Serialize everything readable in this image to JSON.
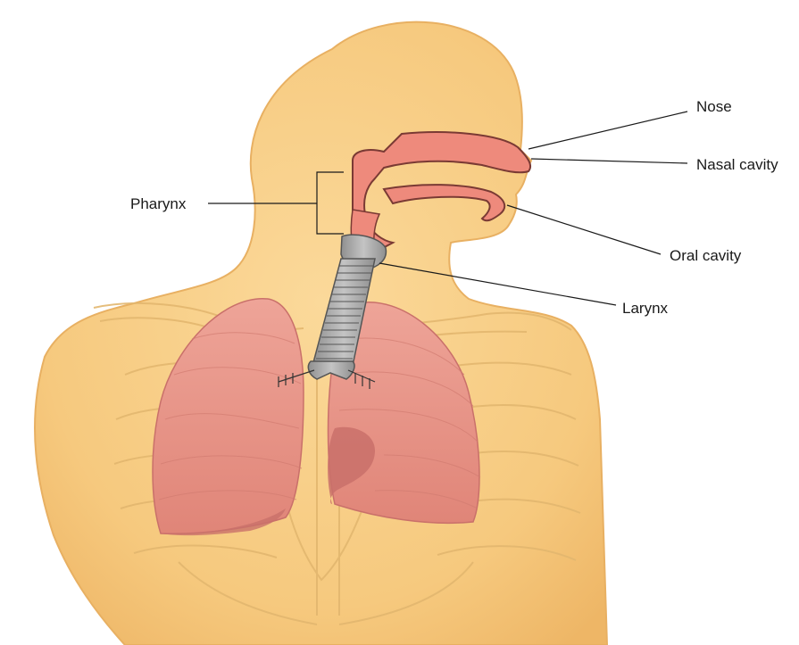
{
  "labels": {
    "nose": "Nose",
    "nasal_cavity": "Nasal cavity",
    "oral_cavity": "Oral cavity",
    "larynx": "Larynx",
    "pharynx": "Pharynx"
  },
  "colors": {
    "skin": "#f6c97e",
    "skin_outline": "#e8b062",
    "bone_line": "#e3b76f",
    "lung": "#e8968a",
    "lung_dark": "#c9706a",
    "airway": "#ee8a7c",
    "trachea": "#a8a8a8",
    "background": "#ffffff"
  }
}
